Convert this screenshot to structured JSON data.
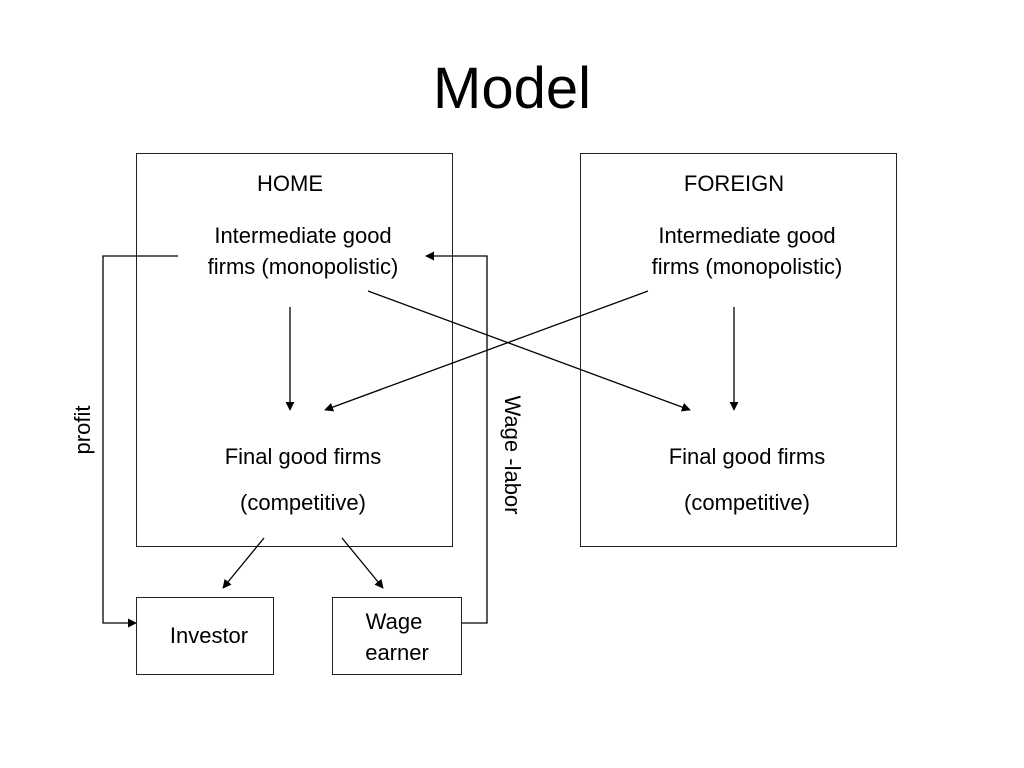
{
  "title": "Model",
  "home": {
    "heading": "HOME",
    "intermediate_line1": "Intermediate good",
    "intermediate_line2": "firms (monopolistic)",
    "final_line1": "Final good firms",
    "final_line2": "(competitive)"
  },
  "foreign": {
    "heading": "FOREIGN",
    "intermediate_line1": "Intermediate good",
    "intermediate_line2": "firms (monopolistic)",
    "final_line1": "Final good firms",
    "final_line2": "(competitive)"
  },
  "investor": "Investor",
  "wage_earner_line1": "Wage",
  "wage_earner_line2": "earner",
  "profit_label": "profit",
  "wage_labor_label": "Wage -labor"
}
